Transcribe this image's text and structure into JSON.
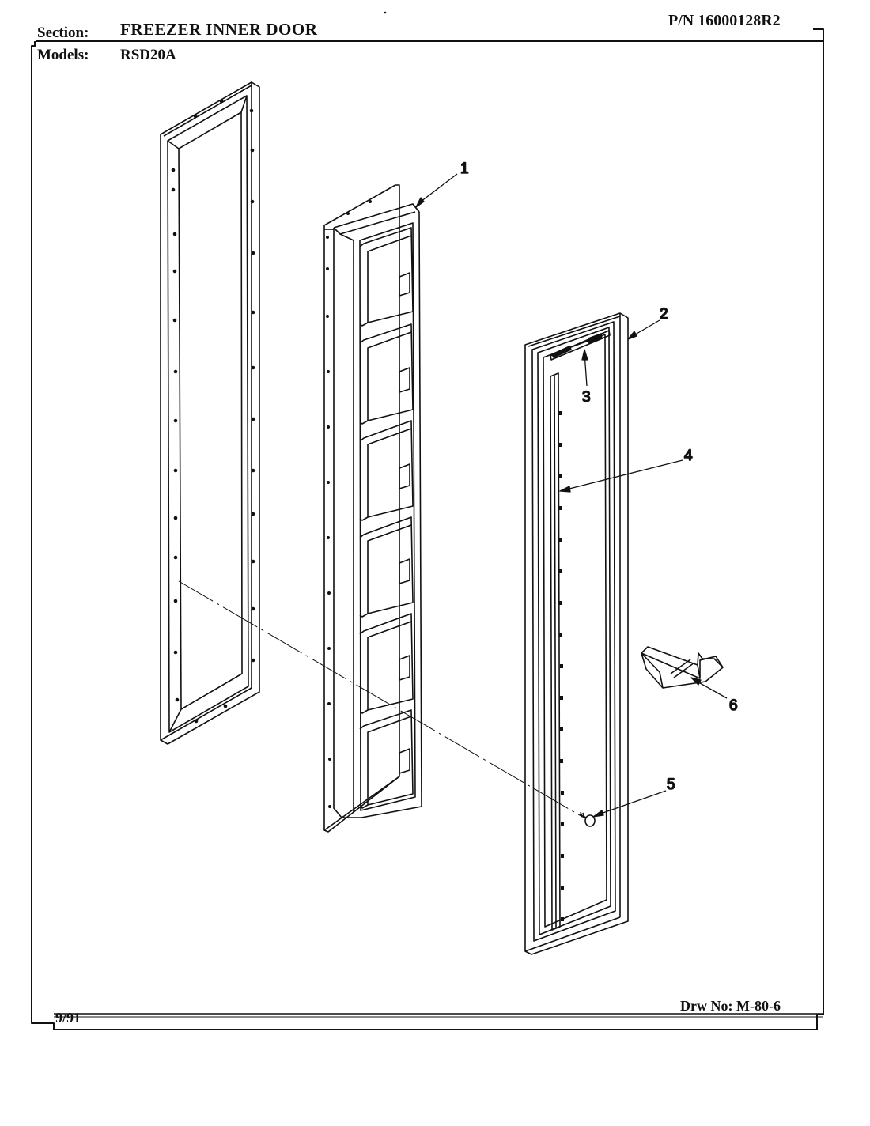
{
  "header": {
    "section_label": "Section:",
    "section_value": "FREEZER INNER DOOR",
    "part_number": "P/N 16000128R2",
    "models_label": "Models:",
    "models_value": "RSD20A"
  },
  "footer": {
    "date": "9/91",
    "drawing_number": "Drw No: M-80-6"
  },
  "callouts": [
    "1",
    "2",
    "3",
    "4",
    "5",
    "6"
  ]
}
